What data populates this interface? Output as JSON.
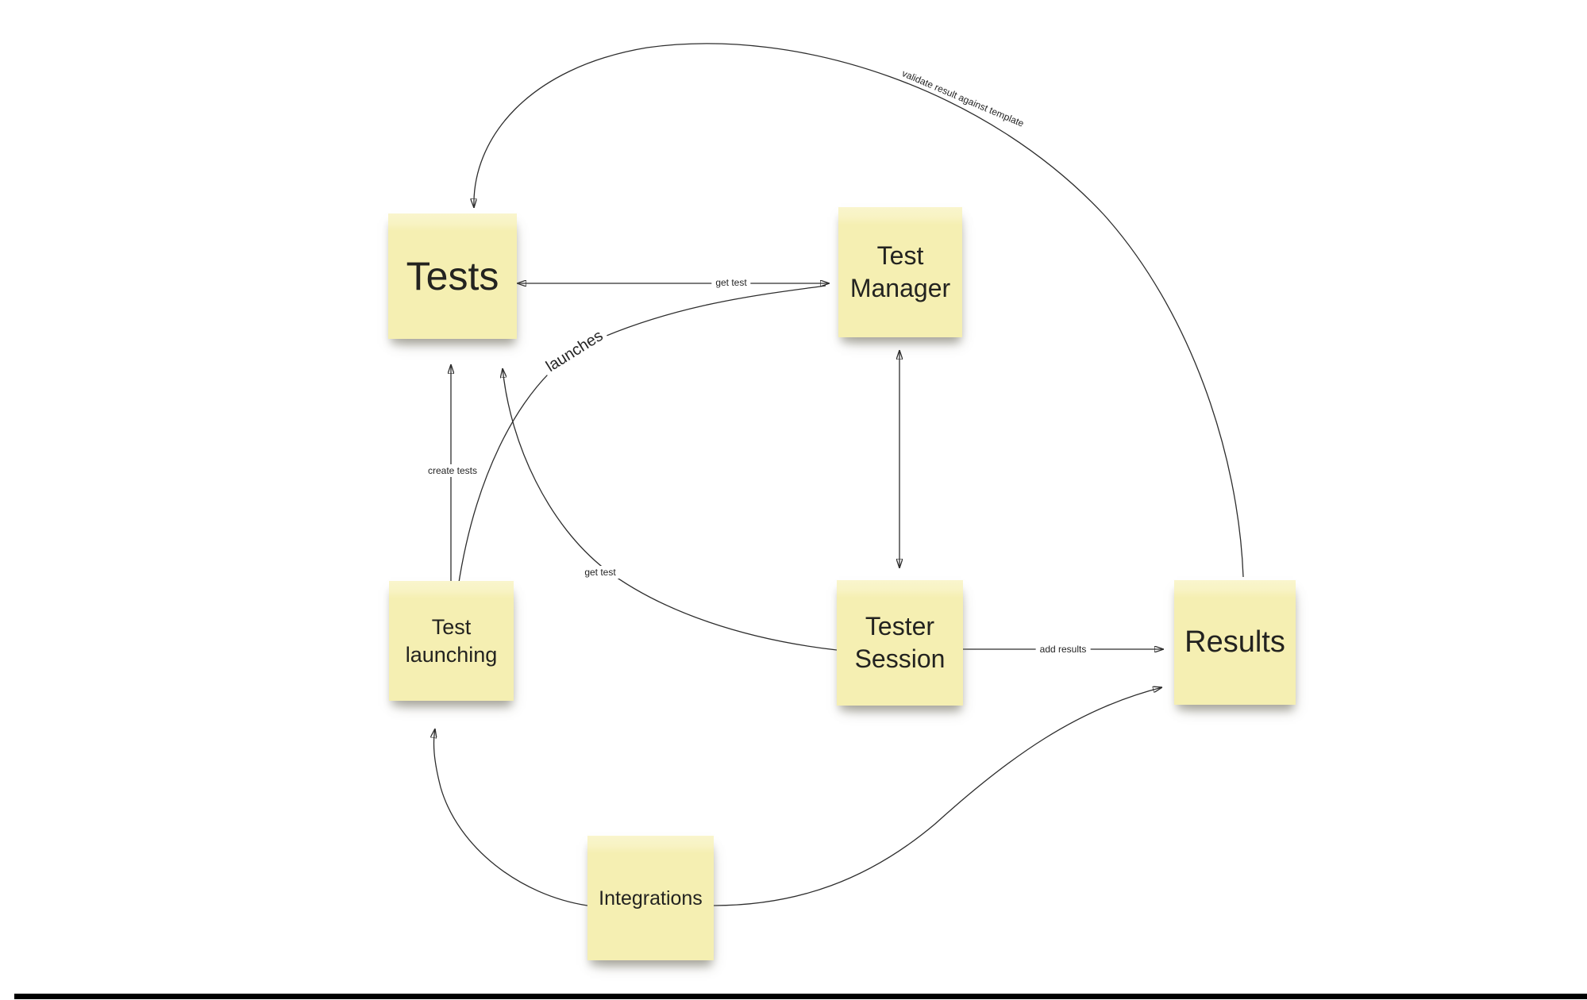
{
  "board": {
    "background_color": "#ffffff",
    "note_color": "#f5efb2",
    "note_top_strip_color": "#f9f5cd",
    "line_color": "#2d2d2d",
    "bottom_bar_color": "#000000",
    "nodes": [
      {
        "id": "tests",
        "label": "Tests"
      },
      {
        "id": "test-manager",
        "label": "Test Manager"
      },
      {
        "id": "test-launching",
        "label": "Test launching"
      },
      {
        "id": "tester-session",
        "label": "Tester Session"
      },
      {
        "id": "results",
        "label": "Results"
      },
      {
        "id": "integrations",
        "label": "Integrations"
      }
    ],
    "edges": [
      {
        "id": "create-tests",
        "from": "Test launching",
        "to": "Tests",
        "label": "create tests",
        "arrows": "to"
      },
      {
        "id": "launches",
        "from": "Test launching",
        "to": "Test Manager",
        "label": "launches",
        "arrows": "to"
      },
      {
        "id": "get-test-top",
        "from": "Tests",
        "to": "Test Manager",
        "label": "get test",
        "arrows": "both"
      },
      {
        "id": "get-test-session",
        "from": "Tester Session",
        "to": "Tests",
        "label": "get test",
        "arrows": "to"
      },
      {
        "id": "manager-session",
        "from": "Test Manager",
        "to": "Tester Session",
        "label": "",
        "arrows": "both"
      },
      {
        "id": "add-results",
        "from": "Tester Session",
        "to": "Results",
        "label": "add results",
        "arrows": "to"
      },
      {
        "id": "validate",
        "from": "Results",
        "to": "Tests",
        "label": "validate result against template",
        "arrows": "to"
      },
      {
        "id": "integrations-launching",
        "from": "Integrations",
        "to": "Test launching",
        "label": "",
        "arrows": "to"
      },
      {
        "id": "integrations-results",
        "from": "Integrations",
        "to": "Results",
        "label": "",
        "arrows": "to"
      }
    ]
  }
}
